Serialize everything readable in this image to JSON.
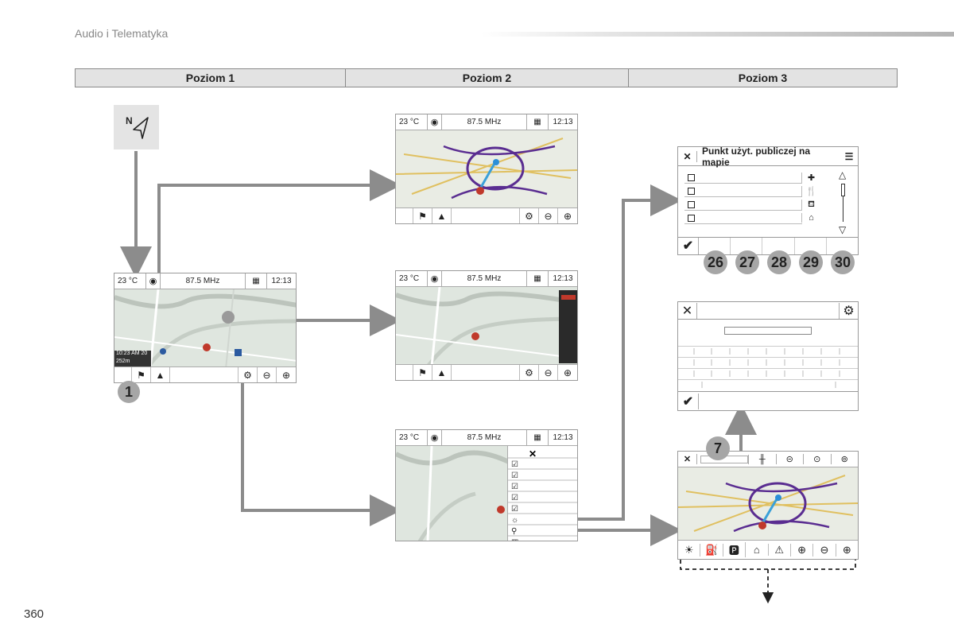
{
  "header": {
    "title": "Audio i Telematyka"
  },
  "levels": [
    "Poziom 1",
    "Poziom 2",
    "Poziom 3"
  ],
  "status": {
    "temp": "23 °C",
    "freq": "87.5 MHz",
    "time": "12:13"
  },
  "map_labels": {
    "time_overlay": "10:23 AM 20",
    "dist": "252m"
  },
  "poi_menu": {
    "title": "Punkt użyt. publiczej na mapie"
  },
  "callouts": [
    "1",
    "7",
    "26",
    "27",
    "28",
    "29",
    "30"
  ],
  "page_number": "360",
  "colors": {
    "arrow": "#8c8c8c",
    "callout": "#a6a6a6",
    "header_band": "#e3e3e3",
    "route": "#5a2d91"
  }
}
